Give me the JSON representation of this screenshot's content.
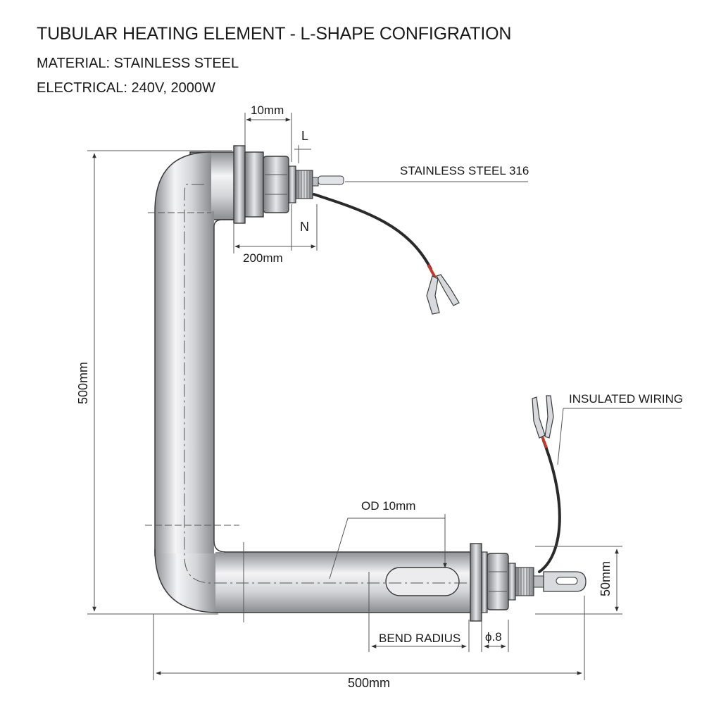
{
  "header": {
    "title": "TUBULAR HEATING ELEMENT - L-SHAPE CONFIGRATION",
    "material": "MATERIAL: STAINLESS STEEL",
    "electrical": "ELECTRICAL: 240V, 2000W"
  },
  "dimensions": {
    "top_terminal_width": "10mm",
    "letter_l": "L",
    "letter_n": "N",
    "top_leg_length": "200mm",
    "vertical_height": "500mm",
    "horizontal_length": "500mm",
    "right_height": "50mm",
    "outer_diameter": "OD 10mm",
    "bend_radius": "BEND RADIUS",
    "diameter_symbol": "ϕ.8"
  },
  "callouts": {
    "material_grade": "STAINLESS STEEL 316",
    "wiring": "INSULATED WIRING"
  },
  "colors": {
    "tube_light": "#f2f2f4",
    "tube_mid": "#c9cacd",
    "tube_dark": "#8e9094",
    "outline": "#3a3a3a",
    "wire": "#2a2a2a",
    "wire_accent": "#c0392b"
  }
}
